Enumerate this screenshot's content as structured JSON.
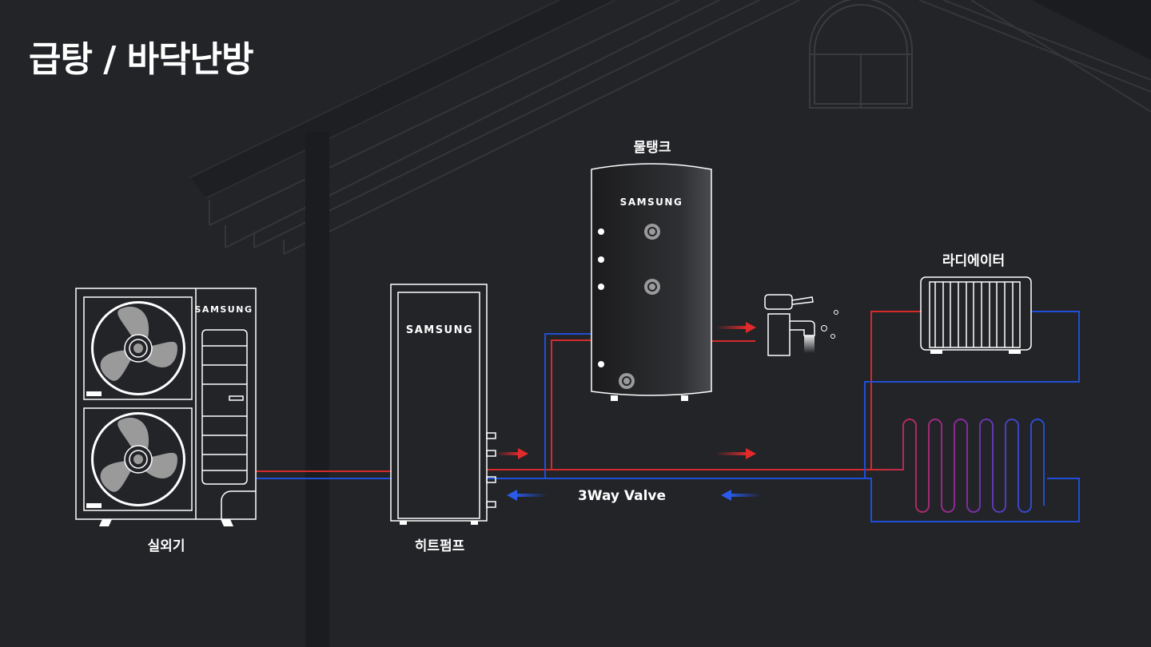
{
  "title": "급탕 / 바닥난방",
  "labels": {
    "outdoor_unit": "실외기",
    "heat_pump": "히트펌프",
    "water_tank": "물탱크",
    "radiator": "라디에이터",
    "valve": "3Way Valve"
  },
  "brand": "SAMSUNG",
  "colors": {
    "background": "#232428",
    "hot_line": "#d42a2a",
    "cold_line": "#1f4fd8",
    "outline": "#ffffff"
  }
}
